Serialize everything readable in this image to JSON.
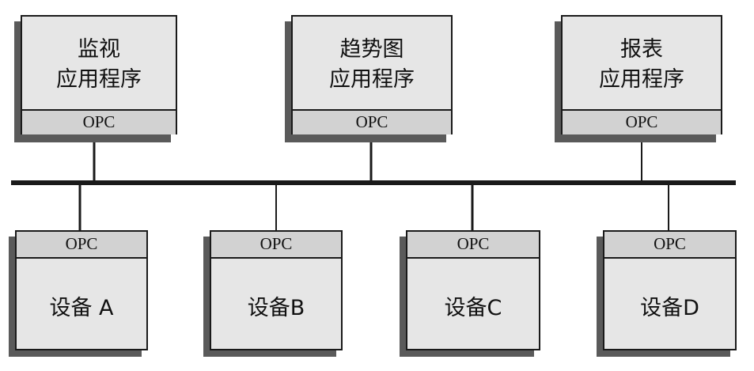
{
  "apps": [
    {
      "line1": "监视",
      "line2": "应用程序",
      "interface": "OPC"
    },
    {
      "line1": "趋势图",
      "line2": "应用程序",
      "interface": "OPC"
    },
    {
      "line1": "报表",
      "line2": "应用程序",
      "interface": "OPC"
    }
  ],
  "devices": [
    {
      "name": "设备 A",
      "interface": "OPC"
    },
    {
      "name": "设备B",
      "interface": "OPC"
    },
    {
      "name": "设备C",
      "interface": "OPC"
    },
    {
      "name": "设备D",
      "interface": "OPC"
    }
  ],
  "colors": {
    "box_fill": "#e6e6e6",
    "opc_fill": "#d2d2d2",
    "shadow": "#5a5a5a",
    "line": "#1a1a1a"
  }
}
